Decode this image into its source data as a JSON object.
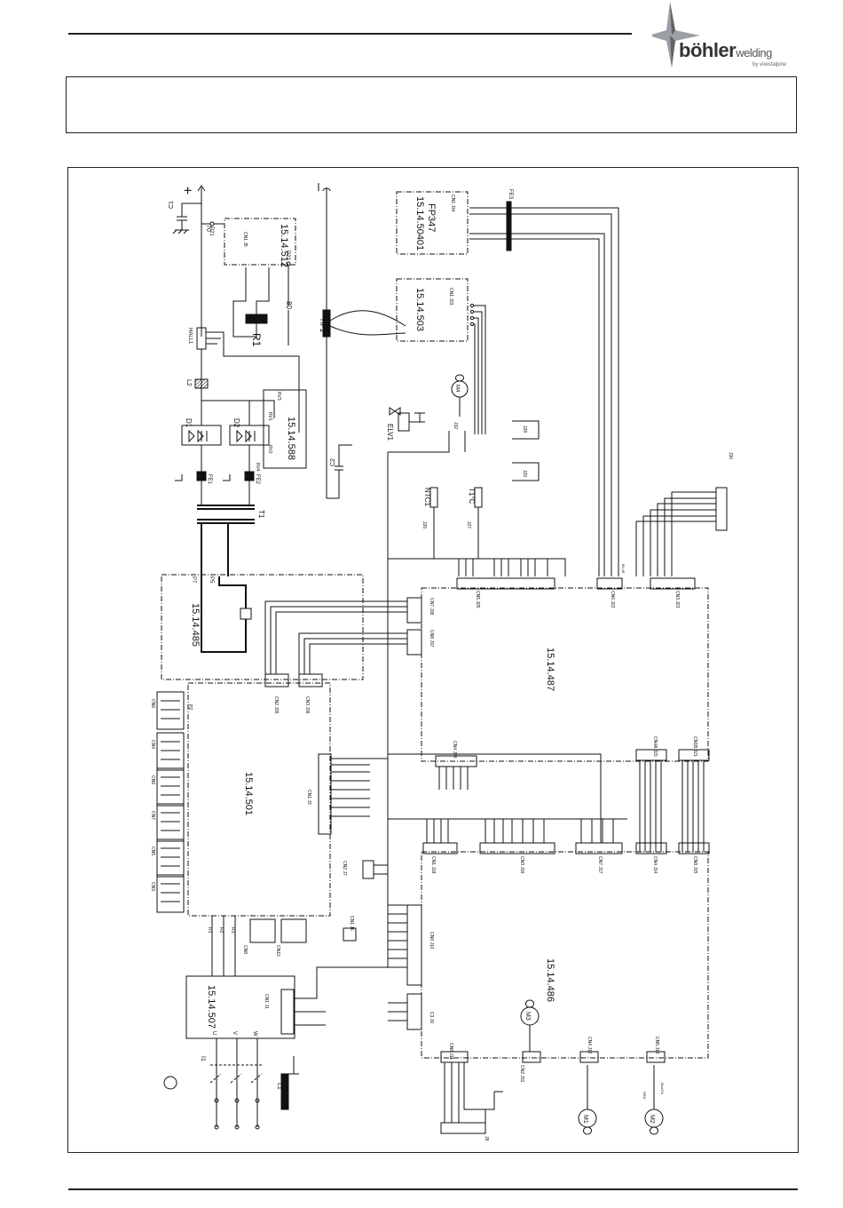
{
  "header": {
    "brand_main": "böhler",
    "brand_secondary": "welding",
    "brand_sub": "by voestalpine"
  },
  "diagram": {
    "boards": [
      {
        "id": "15.14.512",
        "label": "15.14.512"
      },
      {
        "id": "15.14.50401",
        "label": "15.14.50401"
      },
      {
        "id": "FP347",
        "label": "FP347"
      },
      {
        "id": "15.14.503",
        "label": "15.14.503"
      },
      {
        "id": "15.14.588",
        "label": "15.14.588"
      },
      {
        "id": "15.14.485",
        "label": "15.14.485"
      },
      {
        "id": "15.14.487",
        "label": "15.14.487"
      },
      {
        "id": "15.14.501",
        "label": "15.14.501"
      },
      {
        "id": "15.14.507",
        "label": "15.14.507"
      },
      {
        "id": "15.14.486",
        "label": "15.14.486"
      }
    ],
    "components": {
      "plus": "+",
      "minus": "–",
      "hf1": "HF1",
      "r1": "R1",
      "hall1": "HALL1",
      "l2": "L2",
      "d1": "D1",
      "d2": "D2",
      "fe1": "FE1",
      "fe2": "FE2",
      "fe3": "FE3",
      "t1": "T1",
      "c1": "C1",
      "c2": "C2",
      "elv1": "ELV1",
      "m1": "M1",
      "m2": "M2",
      "m3": "M3",
      "m4": "M4",
      "ntc1": "NTC1",
      "t1c": "T1°C",
      "i1": "I1",
      "l1": "L1",
      "n70": "70",
      "n80": "80",
      "p21": "P21",
      "p22": "P22",
      "p7": "P7",
      "p5": "P5",
      "rv1": "RV1",
      "rv2": "RV2",
      "rv3": "RV3",
      "rv4": "RV4"
    },
    "connectors": {
      "cn1_j34": "CN1 J34",
      "cn1_j33": "CN1 J33",
      "cn1_j5": "CN1 J5",
      "j32": "J32",
      "j28": "J28",
      "j29": "J29",
      "j30": "J30",
      "j26": "J26",
      "j27": "J27",
      "cn5_j25": "CN5 J25",
      "cn6_j22": "CN6 J22",
      "cn3_j23": "CN3 J23",
      "cn7_j38": "CN7 J38",
      "cn8_j37": "CN8 J37",
      "cn2_j35": "CN2 J35",
      "cn3_j36": "CN3 J36",
      "cn4_j24": "CN4 J24",
      "cn4a_j20": "CN4A J20",
      "cn1b_j21": "CN1B J21",
      "cn1_j3": "CN1 J3",
      "cn2_j7": "CN2 J7",
      "cn1_j18": "CN1 J18",
      "cn3_j16": "CN3 J16",
      "cn7_j17": "CN7 J17",
      "cn4_j14": "CN4 J14",
      "cn8_j15": "CN8 J15",
      "cn1_j6": "CN1 J6",
      "cn8_j10": "CN8 J10",
      "cn8": "CN8",
      "cn10": "CN10",
      "cn1_j1": "CN1 J1",
      "cn6_j11": "CN6 J11",
      "cn2_j31": "CN2 J31",
      "cn4_j12": "CN4 J12",
      "cn5_j13": "CN5 J13",
      "j8": "J8",
      "cn6": "CN6",
      "cn4": "CN4",
      "cn9": "CN9",
      "cn7": "CN7",
      "cn5": "CN5",
      "cn3": "CN3",
      "pz": "PZ",
      "c3_j9": "C3 J9"
    },
    "wire_marks": {
      "u": "U",
      "v": "V",
      "w": "W",
      "red": "RED",
      "black": "BLACK",
      "blue": "BLUE",
      "r1": "R1",
      "r2": "R2",
      "r3": "R3"
    }
  },
  "colors": {
    "line": "#111111",
    "frame": "#222222",
    "bg": "#ffffff"
  }
}
